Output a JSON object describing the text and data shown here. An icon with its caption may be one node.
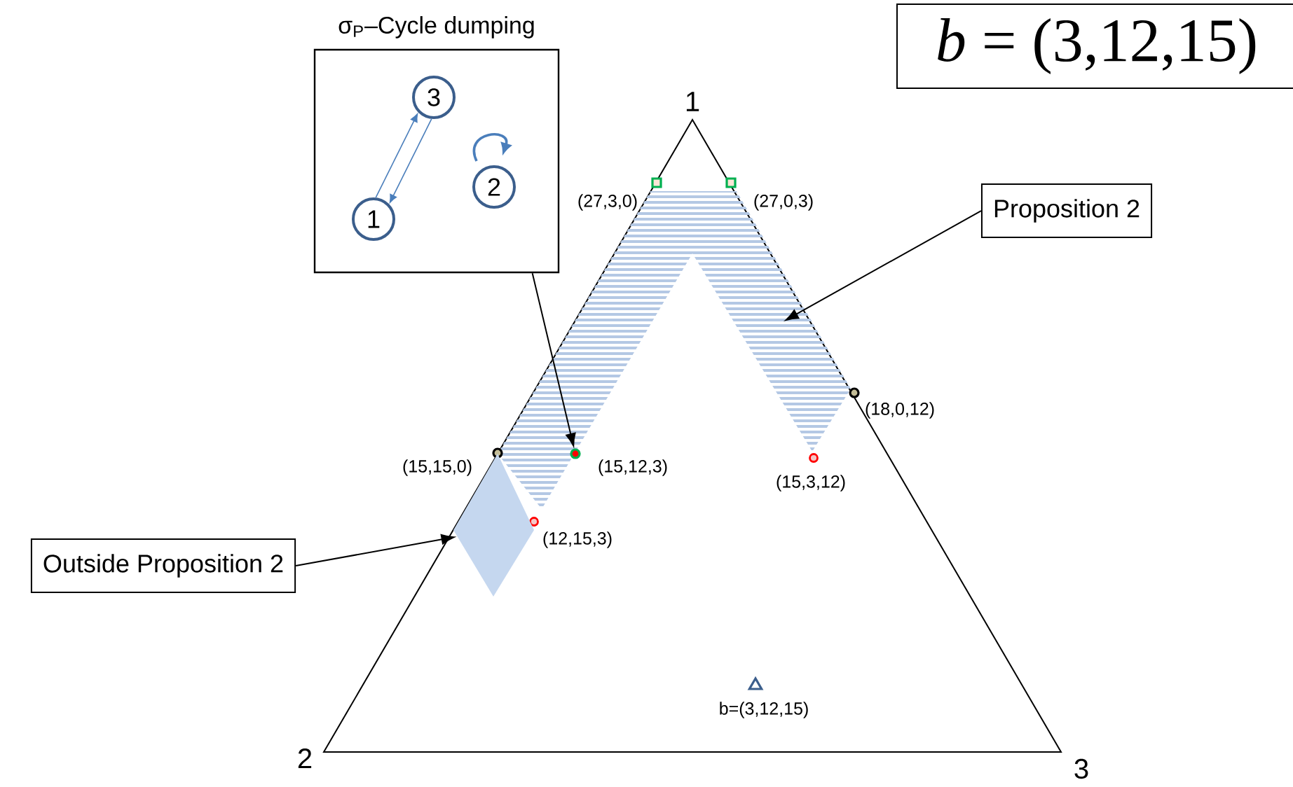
{
  "diagram": {
    "nodes": [
      {
        "text": [
          "σ$_{P}$–Cycle dumping"
        ]
      },
      {
        "text": [
          "3"
        ],
        "in": 0
      },
      {
        "text": [
          "2"
        ],
        "in": 0
      },
      {
        "text": [
          "1"
        ],
        "in": 0
      },
      {
        "text": [
          "*b* = (3,12,15)"
        ]
      },
      {
        "text": [
          "Proposition 2"
        ]
      },
      {
        "text": [],
        "shape": "box",
        "beside": [
          "(27,3,0)"
        ]
      },
      {
        "text": [],
        "shape": "box",
        "beside": [
          "(27,0,3)"
        ]
      },
      {
        "text": [],
        "shape": "circle",
        "beside": [
          "(18,0,12)"
        ]
      },
      {
        "text": [],
        "shape": "circle"
      },
      {
        "text": [],
        "shape": "circle",
        "beside": [
          "(15,12,3)"
        ]
      },
      {
        "text": [],
        "shape": "circle",
        "beside": [
          "(15,3,12)"
        ]
      },
      {
        "text": [],
        "shape": "circle",
        "beside": [
          "(12,15,3)"
        ]
      },
      {
        "text": [
          "Outside Proposition 2"
        ]
      },
      {
        "text": [],
        "shape": "diamond"
      },
      {
        "text": [],
        "shape": "triangle",
        "beside": [
          "b=(3,12,15)"
        ]
      }
    ],
    "edges": [
      {
        "from": 3,
        "to": 1,
        "arrow": "to"
      },
      {
        "from": 1,
        "to": 3,
        "arrow": "to"
      },
      {
        "from": 2,
        "to": 2,
        "arrow": "to"
      },
      {
        "from": 0,
        "to": 10,
        "arrow": "to",
        "color": "#000000"
      },
      {
        "from": 5,
        "to": null,
        "arrow": "to",
        "color": "#000000"
      },
      {
        "from": 13,
        "to": 14,
        "arrow": "to",
        "color": "#000000"
      }
    ],
    "labels": [
      "1",
      "(15,15,0)",
      "2",
      "3"
    ]
  }
}
